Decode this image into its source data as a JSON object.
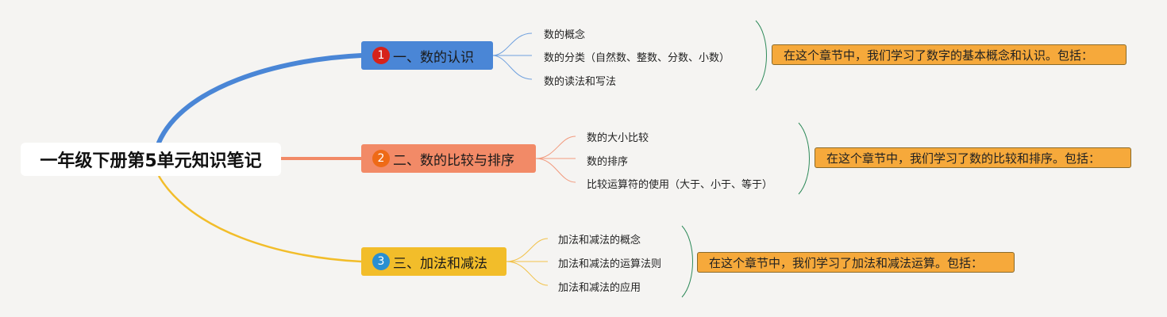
{
  "root": {
    "title": "一年级下册第5单元知识笔记"
  },
  "branches": [
    {
      "number": "1",
      "title": "一、数的认识",
      "color": "#4a86d6",
      "badge_color": "#d6221a",
      "items": [
        "数的概念",
        "数的分类（自然数、整数、分数、小数）",
        "数的读法和写法"
      ],
      "summary": "在这个章节中，我们学习了数字的基本概念和认识。包括："
    },
    {
      "number": "2",
      "title": "二、数的比较与排序",
      "color": "#f28a67",
      "badge_color": "#ee6a17",
      "items": [
        "数的大小比较",
        "数的排序",
        "比较运算符的使用（大于、小于、等于）"
      ],
      "summary": "在这个章节中，我们学习了数的比较和排序。包括："
    },
    {
      "number": "3",
      "title": "三、加法和减法",
      "color": "#f2bd2a",
      "badge_color": "#2a8fd1",
      "items": [
        "加法和减法的概念",
        "加法和减法的运算法则",
        "加法和减法的应用"
      ],
      "summary": "在这个章节中，我们学习了加法和减法运算。包括："
    }
  ],
  "summary_color": "#f6a93b"
}
